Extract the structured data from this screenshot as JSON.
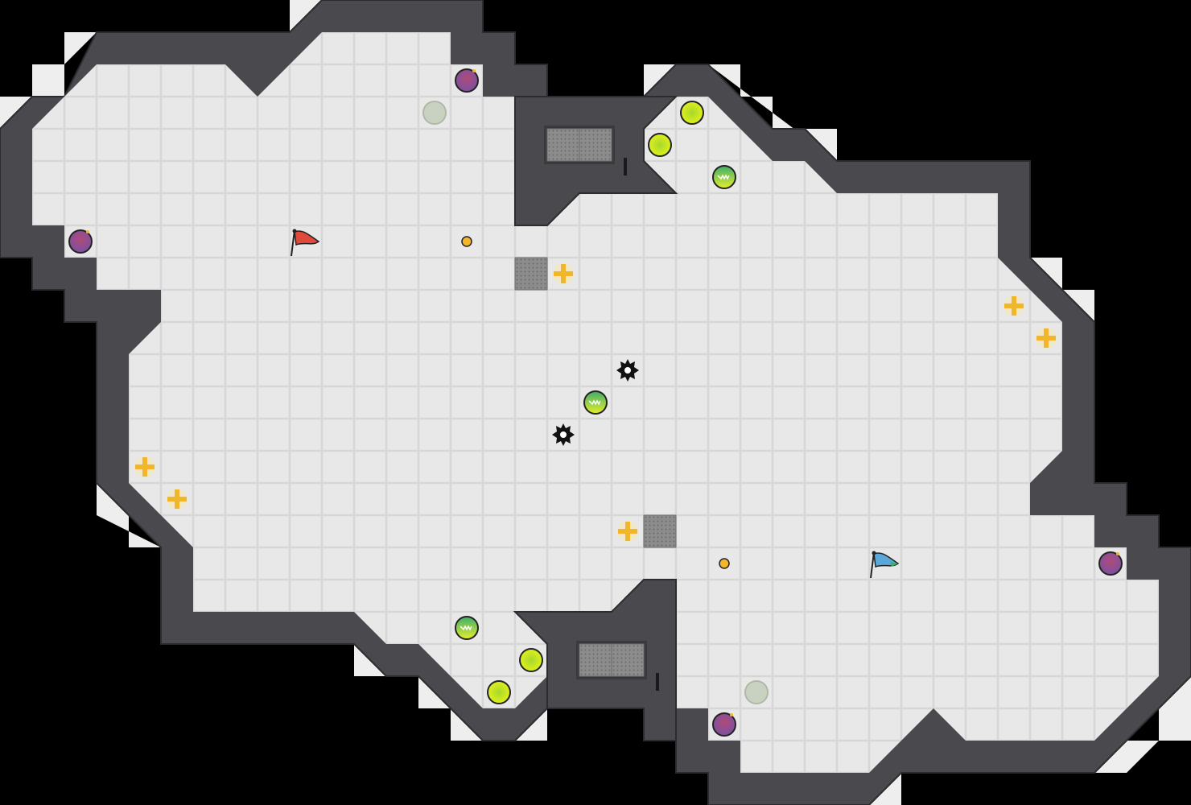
{
  "game": {
    "type": "capture-the-flag",
    "view": "top-down map",
    "colors": {
      "background": "#000000",
      "floor": "#e8e8e8",
      "grid_line": "#d8d8d8",
      "wall": "#4a4a4e",
      "wall_edge": "#2c2c30",
      "red_flag": "#e04a3c",
      "blue_flag": "#5aa8d8",
      "boost": "#f2b62c",
      "bomb": "#9a4a8a",
      "powerup": "#d8ee22",
      "portal": "#c8d0c0",
      "spike": "#111111",
      "gate": "#8a8a8a"
    },
    "entities": [
      {
        "kind": "red-flag",
        "icon": "red-flag-icon",
        "team": "red"
      },
      {
        "kind": "blue-flag",
        "icon": "blue-flag-icon",
        "team": "blue"
      }
    ]
  }
}
